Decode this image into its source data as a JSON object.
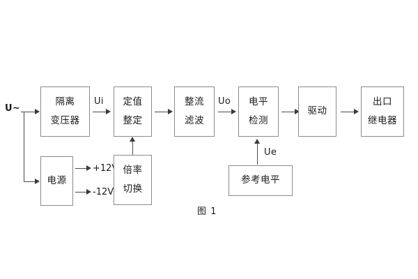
{
  "diagram": {
    "caption": "图 1",
    "colors": {
      "box_border": "#8a8a8a",
      "connector": "#4a4a4a",
      "text": "#1a1a1a",
      "background": "#ffffff"
    },
    "input_label": "U~",
    "blocks": [
      {
        "id": "isolation-transformer",
        "lines": [
          "隔离",
          "变压器"
        ]
      },
      {
        "id": "power-supply",
        "lines": [
          "电源"
        ]
      },
      {
        "id": "setting-value",
        "lines": [
          "定值",
          "整定"
        ]
      },
      {
        "id": "multiplier-switch",
        "lines": [
          "倍率",
          "切换"
        ]
      },
      {
        "id": "rectifier-filter",
        "lines": [
          "整流",
          "滤波"
        ]
      },
      {
        "id": "level-detection",
        "lines": [
          "电平",
          "检测"
        ]
      },
      {
        "id": "reference-level",
        "lines": [
          "参考电平"
        ]
      },
      {
        "id": "drive",
        "lines": [
          "驱动"
        ]
      },
      {
        "id": "output-relay",
        "lines": [
          "出口",
          "继电器"
        ]
      }
    ],
    "signals": {
      "ui": "Ui",
      "uo": "Uo",
      "ue": "Ue"
    },
    "rails": {
      "positive": "+12V",
      "negative": "-12V"
    }
  }
}
